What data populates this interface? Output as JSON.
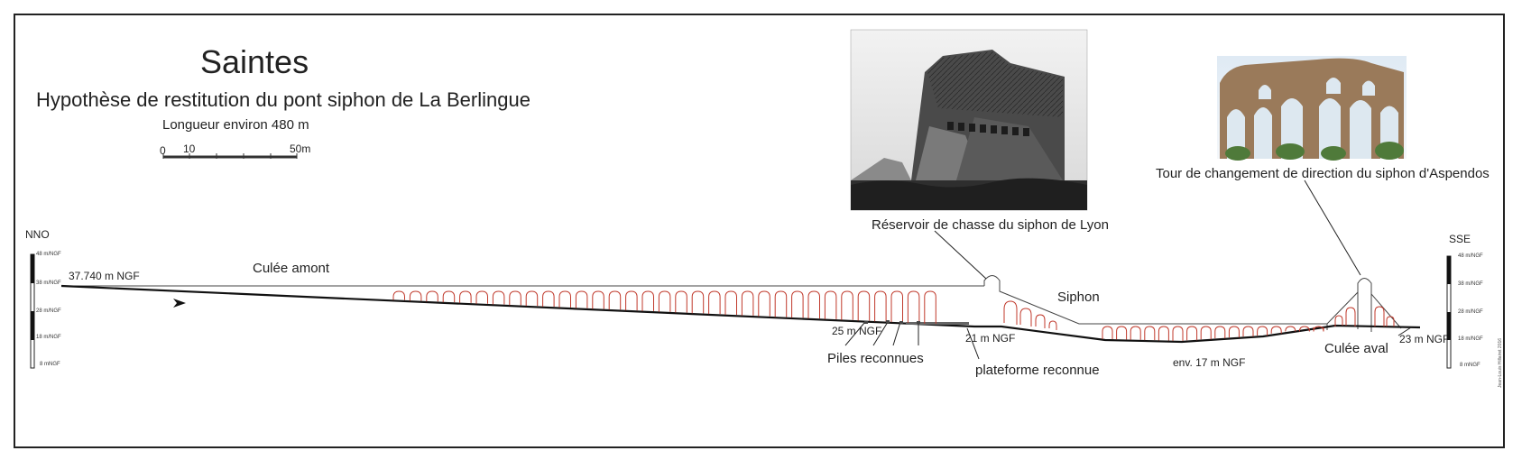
{
  "header": {
    "title": "Saintes",
    "subtitle": "Hypothèse de restitution du pont siphon de La Berlingue",
    "length_note": "Longueur environ 480 m"
  },
  "scale_bar": {
    "labels": [
      "0",
      "10",
      "50m"
    ]
  },
  "orientation": {
    "left": "NNO",
    "right": "SSE"
  },
  "gauge": {
    "ticks": [
      "48 m/NGF",
      "38 m/NGF",
      "28 m/NGF",
      "18 m/NGF",
      "8 mNGF"
    ]
  },
  "labels": {
    "start_level": "37.740 m NGF",
    "culee_amont": "Culée amont",
    "reservoir_caption": "Réservoir de chasse du siphon de Lyon",
    "siphon": "Siphon",
    "tower_caption": "Tour de changement de direction du siphon d'Aspendos",
    "level_25": "25 m NGF",
    "level_21": "21 m NGF",
    "piles": "Piles reconnues",
    "plateforme": "plateforme reconnue",
    "env_17": "env. 17 m NGF",
    "culee_aval": "Culée aval",
    "level_23": "23 m NGF"
  },
  "credit": "Jean-Louis Hillairet 2016",
  "colors": {
    "arch": "#c0392b",
    "line": "#222222",
    "frame": "#222222"
  }
}
